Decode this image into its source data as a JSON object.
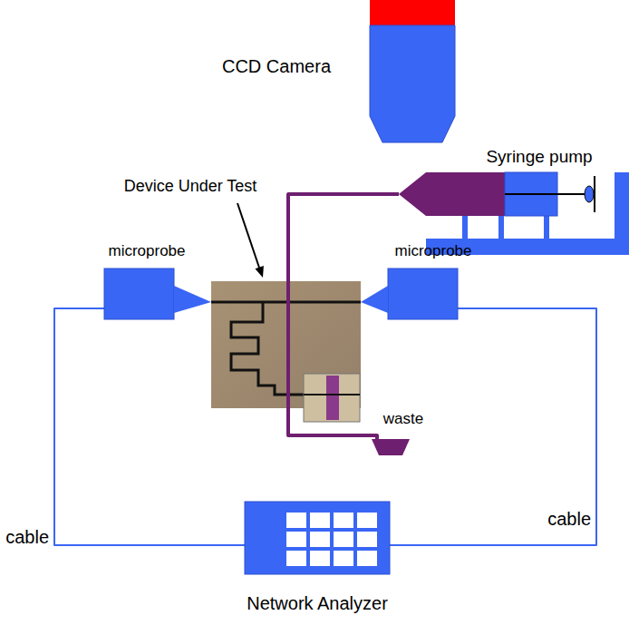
{
  "diagram": {
    "nodes": [
      {
        "text": [
          "CCD Camera"
        ]
      },
      {
        "text": [
          "Syringe pump"
        ]
      },
      {
        "text": [
          "Device Under Test"
        ]
      },
      {
        "text": [
          "microprobe"
        ]
      },
      {
        "text": [
          "microprobe"
        ]
      },
      {
        "text": [
          "waste"
        ]
      },
      {
        "text": [
          "Network Analyzer"
        ]
      }
    ],
    "edges": [
      {
        "from": 3,
        "to": 6,
        "label": "cable",
        "arrow": "none"
      },
      {
        "from": 4,
        "to": 6,
        "label": "cable",
        "arrow": "none"
      },
      {
        "from": 1,
        "to": 2,
        "arrow": "none"
      },
      {
        "from": 2,
        "to": 5,
        "arrow": "none"
      }
    ]
  }
}
